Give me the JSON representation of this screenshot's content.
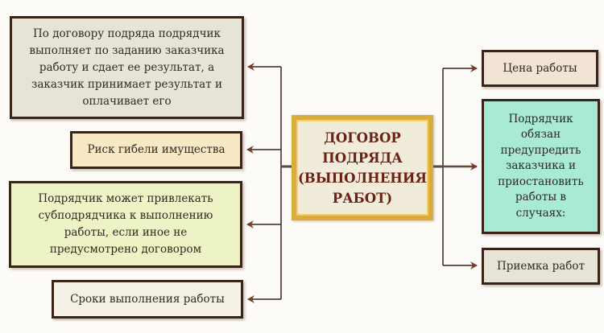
{
  "diagram": {
    "center": {
      "lines": [
        "ДОГОВОР",
        "ПОДРЯДА",
        "(ВЫПОЛНЕНИЯ",
        "РАБОТ)"
      ],
      "text_color": "#6a2217",
      "border_color": "#d9ad3c"
    },
    "left_nodes": [
      {
        "id": "definition",
        "lines": [
          "По договору подряда подрядчик",
          "выполняет по заданию заказчика",
          "работу и сдает ее результат, а",
          "заказчик принимает результат и",
          "оплачивает его"
        ],
        "bg": "#e6e4d6"
      },
      {
        "id": "risk",
        "lines": [
          "Риск гибели имущества"
        ],
        "bg": "#f8e8c4"
      },
      {
        "id": "subcontractor",
        "lines": [
          "Подрядчик может привлекать",
          "субподрядчика к выполнению",
          "работы, если иное не",
          "предусмотрено договором"
        ],
        "bg": "#eef3c6"
      },
      {
        "id": "deadlines",
        "lines": [
          "Сроки выполнения работы"
        ],
        "bg": "#f6f1e6"
      }
    ],
    "right_nodes": [
      {
        "id": "price",
        "lines": [
          "Цена работы"
        ],
        "bg": "#f1e3d6"
      },
      {
        "id": "warn-suspend",
        "lines": [
          "Подрядчик",
          "обязан",
          "предупредить",
          "заказчика и",
          "приостановить",
          "работы в",
          "случаях:"
        ],
        "bg": "#a9ead6"
      },
      {
        "id": "acceptance",
        "lines": [
          "Приемка работ"
        ],
        "bg": "#e6e4d6"
      }
    ],
    "connector_color": "#3a2418",
    "arrowhead_color": "#7a3a28"
  }
}
